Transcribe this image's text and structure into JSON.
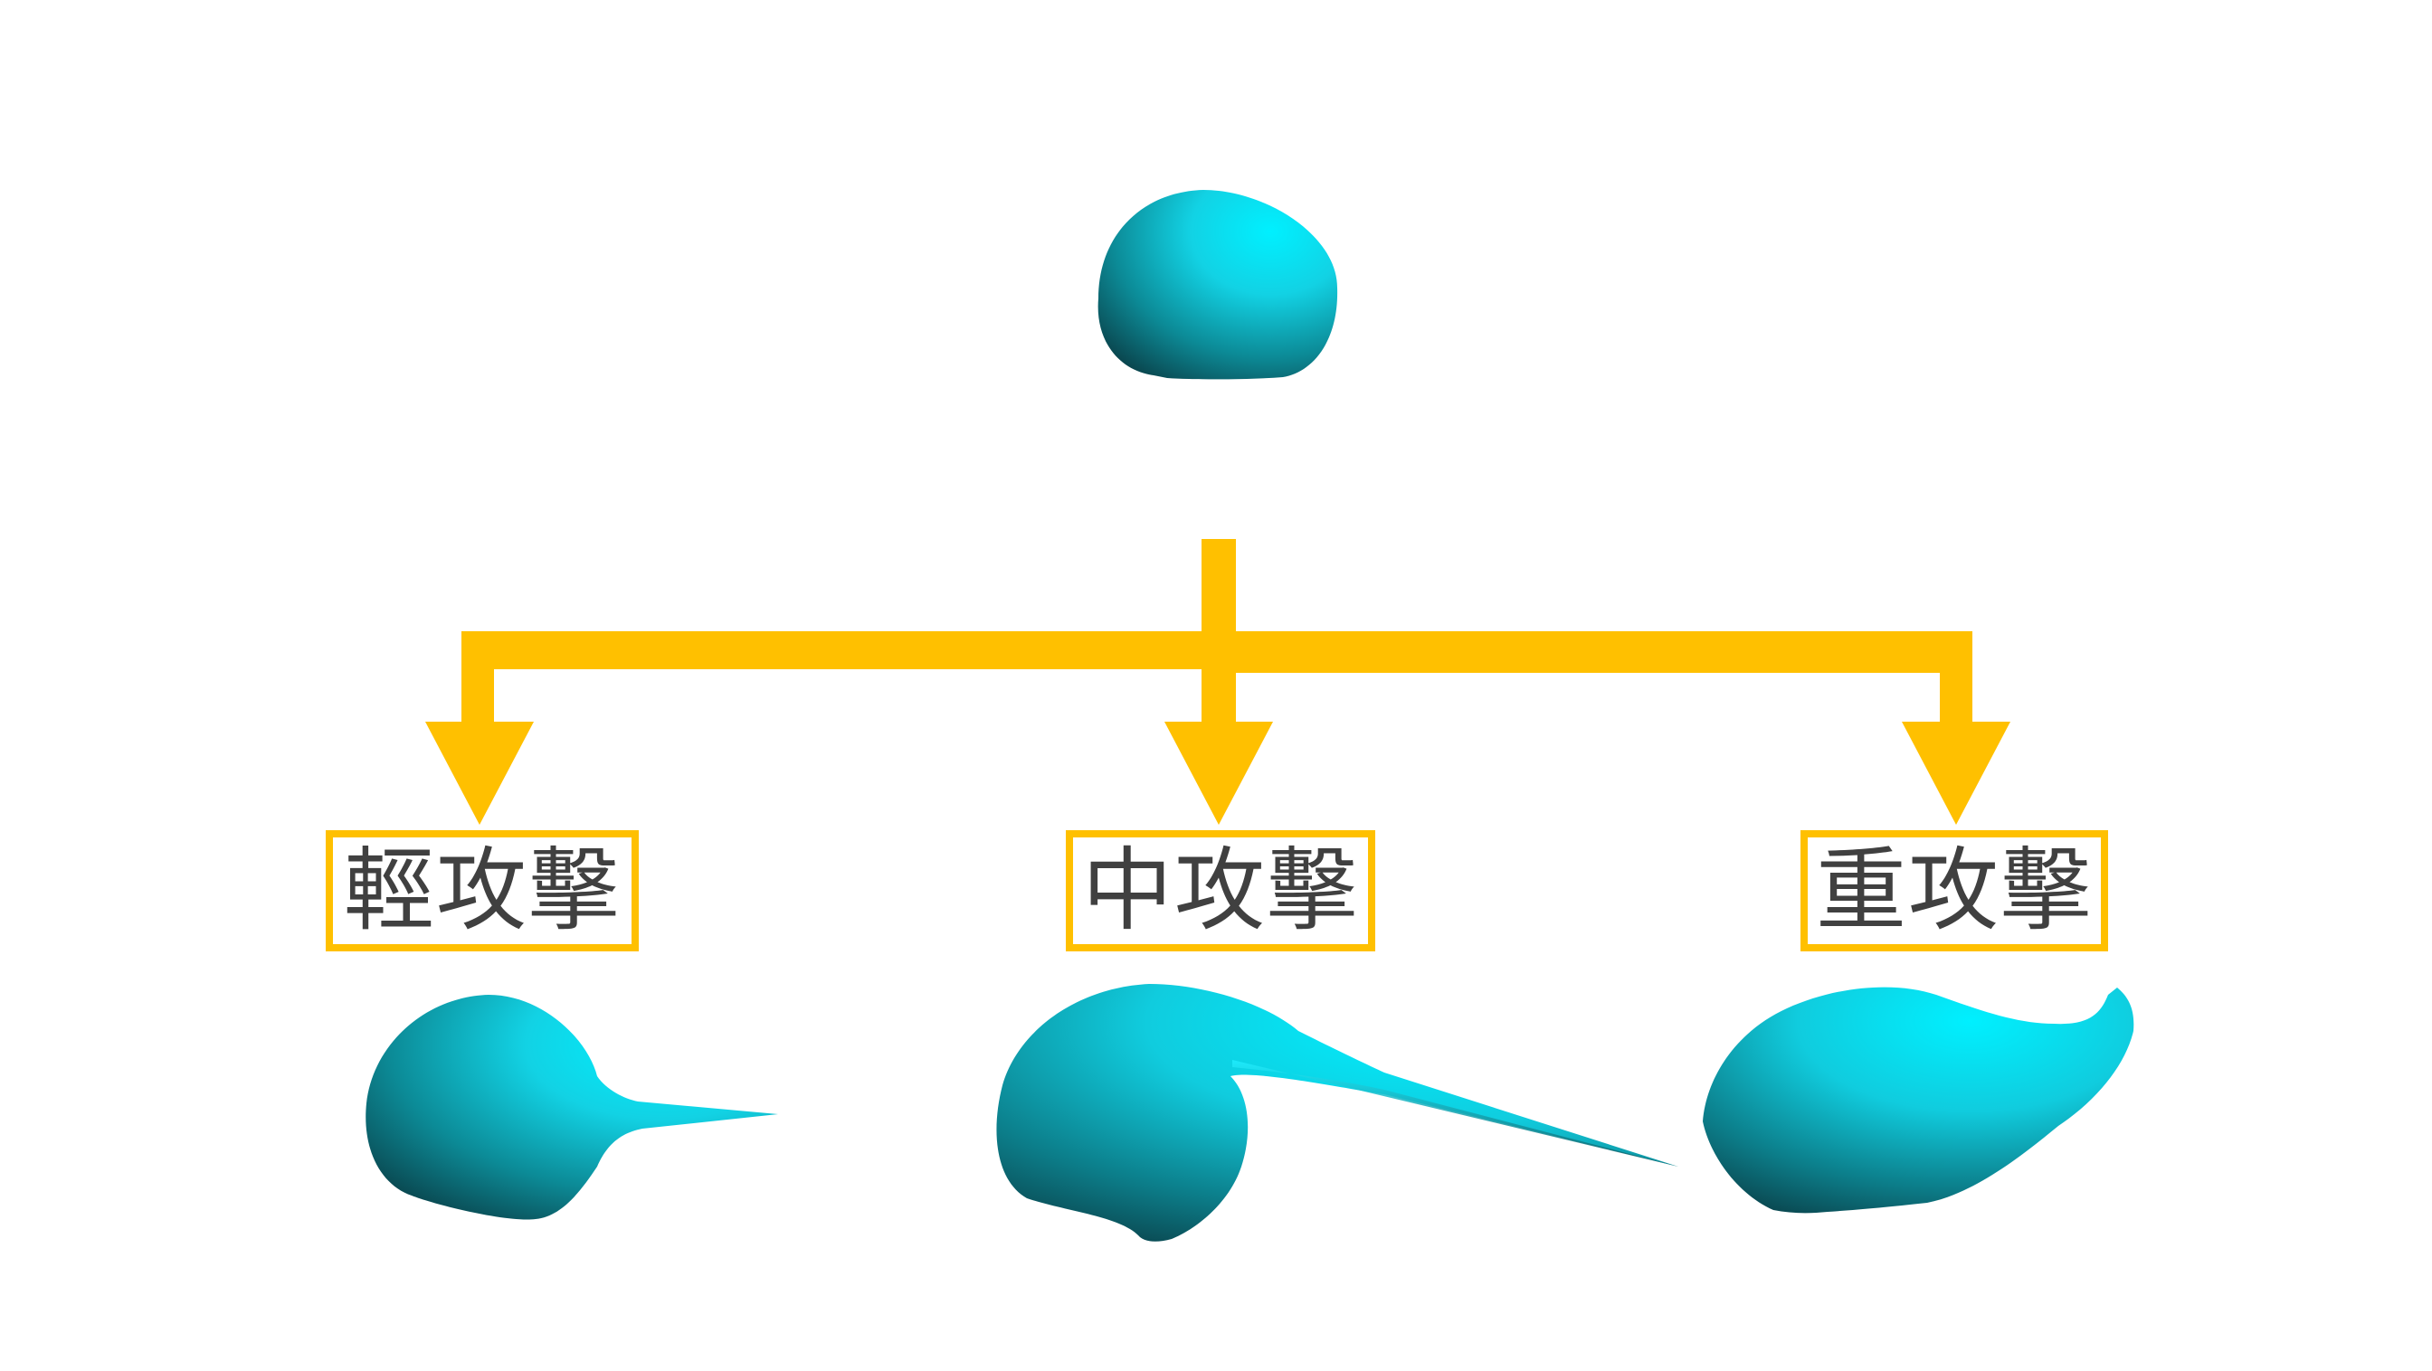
{
  "colors": {
    "connector": "#FFC000",
    "label_border": "#FFC000",
    "label_text": "#404040",
    "blob_light": "#00E8F8",
    "blob_mid": "#14B8C8",
    "blob_dark": "#0A4A50"
  },
  "labels": {
    "light": "輕攻擊",
    "medium": "中攻擊",
    "heavy": "重攻擊"
  }
}
